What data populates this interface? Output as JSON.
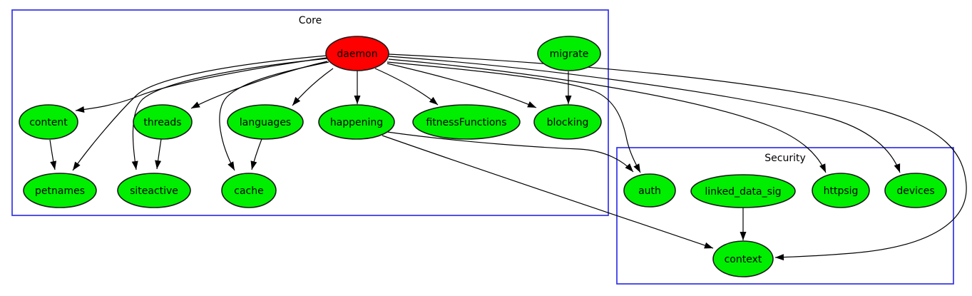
{
  "diagram": {
    "kind": "dependency-graph",
    "clusters": [
      {
        "id": "core",
        "label": "Core"
      },
      {
        "id": "security",
        "label": "Security"
      }
    ],
    "nodes": {
      "daemon": {
        "label": "daemon",
        "fill": "#ff0000",
        "cluster": "core"
      },
      "migrate": {
        "label": "migrate",
        "fill": "#00ee00",
        "cluster": "core"
      },
      "content": {
        "label": "content",
        "fill": "#00ee00",
        "cluster": "core"
      },
      "threads": {
        "label": "threads",
        "fill": "#00ee00",
        "cluster": "core"
      },
      "languages": {
        "label": "languages",
        "fill": "#00ee00",
        "cluster": "core"
      },
      "happening": {
        "label": "happening",
        "fill": "#00ee00",
        "cluster": "core"
      },
      "fitnessFunctions": {
        "label": "fitnessFunctions",
        "fill": "#00ee00",
        "cluster": "core"
      },
      "blocking": {
        "label": "blocking",
        "fill": "#00ee00",
        "cluster": "core"
      },
      "petnames": {
        "label": "petnames",
        "fill": "#00ee00",
        "cluster": "core"
      },
      "siteactive": {
        "label": "siteactive",
        "fill": "#00ee00",
        "cluster": "core"
      },
      "cache": {
        "label": "cache",
        "fill": "#00ee00",
        "cluster": "core"
      },
      "auth": {
        "label": "auth",
        "fill": "#00ee00",
        "cluster": "security"
      },
      "linked_data_sig": {
        "label": "linked_data_sig",
        "fill": "#00ee00",
        "cluster": "security"
      },
      "httpsig": {
        "label": "httpsig",
        "fill": "#00ee00",
        "cluster": "security"
      },
      "devices": {
        "label": "devices",
        "fill": "#00ee00",
        "cluster": "security"
      },
      "context": {
        "label": "context",
        "fill": "#00ee00",
        "cluster": "security"
      }
    },
    "edges": [
      {
        "from": "daemon",
        "to": "content"
      },
      {
        "from": "daemon",
        "to": "threads"
      },
      {
        "from": "daemon",
        "to": "languages"
      },
      {
        "from": "daemon",
        "to": "happening"
      },
      {
        "from": "daemon",
        "to": "fitnessFunctions"
      },
      {
        "from": "daemon",
        "to": "blocking"
      },
      {
        "from": "daemon",
        "to": "petnames"
      },
      {
        "from": "daemon",
        "to": "siteactive"
      },
      {
        "from": "daemon",
        "to": "cache"
      },
      {
        "from": "daemon",
        "to": "auth"
      },
      {
        "from": "daemon",
        "to": "httpsig"
      },
      {
        "from": "daemon",
        "to": "devices"
      },
      {
        "from": "daemon",
        "to": "context"
      },
      {
        "from": "migrate",
        "to": "blocking"
      },
      {
        "from": "content",
        "to": "petnames"
      },
      {
        "from": "threads",
        "to": "siteactive"
      },
      {
        "from": "languages",
        "to": "cache"
      },
      {
        "from": "happening",
        "to": "auth"
      },
      {
        "from": "happening",
        "to": "context"
      },
      {
        "from": "linked_data_sig",
        "to": "context"
      }
    ],
    "colors": {
      "node_default": "#00ee00",
      "node_daemon": "#ff0000",
      "cluster_border": "#3232e8",
      "edge": "#000000",
      "text": "#000000",
      "background": "#ffffff"
    }
  }
}
